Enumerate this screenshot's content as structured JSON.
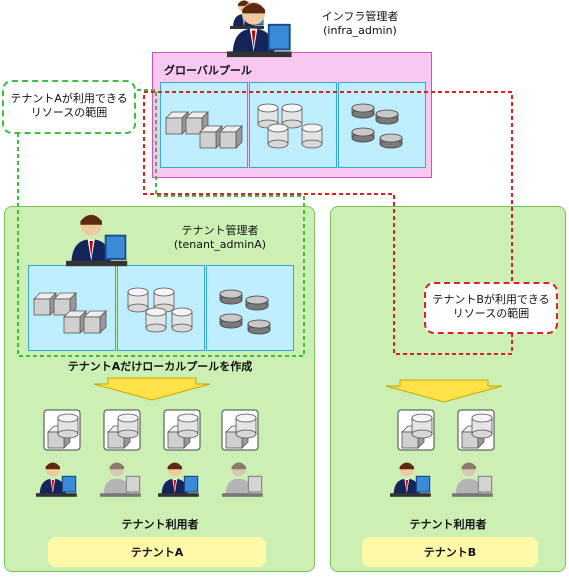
{
  "admin": {
    "infra_title": "インフラ管理者",
    "infra_id": "(infra_admin)",
    "tenant_title": "テナント管理者",
    "tenant_id": "(tenant_adminA)"
  },
  "global_pool": {
    "label": "グローバルプール"
  },
  "local_pool": {
    "caption": "テナントAだけローカルプールを作成"
  },
  "callouts": {
    "tenant_a": [
      "テナントAが利用できる",
      "リソースの範囲"
    ],
    "tenant_b": [
      "テナントBが利用できる",
      "リソースの範囲"
    ]
  },
  "users_label_a": "テナント利用者",
  "users_label_b": "テナント利用者",
  "tenant_a": "テナントA",
  "tenant_b": "テナントB",
  "colors": {
    "panel": "#ccf0b4",
    "pool": "#bfefff",
    "global": "#f9c8f0",
    "dash_green": "#3cbf3c",
    "dash_red": "#e02020",
    "arrow": "#ffe24a"
  }
}
